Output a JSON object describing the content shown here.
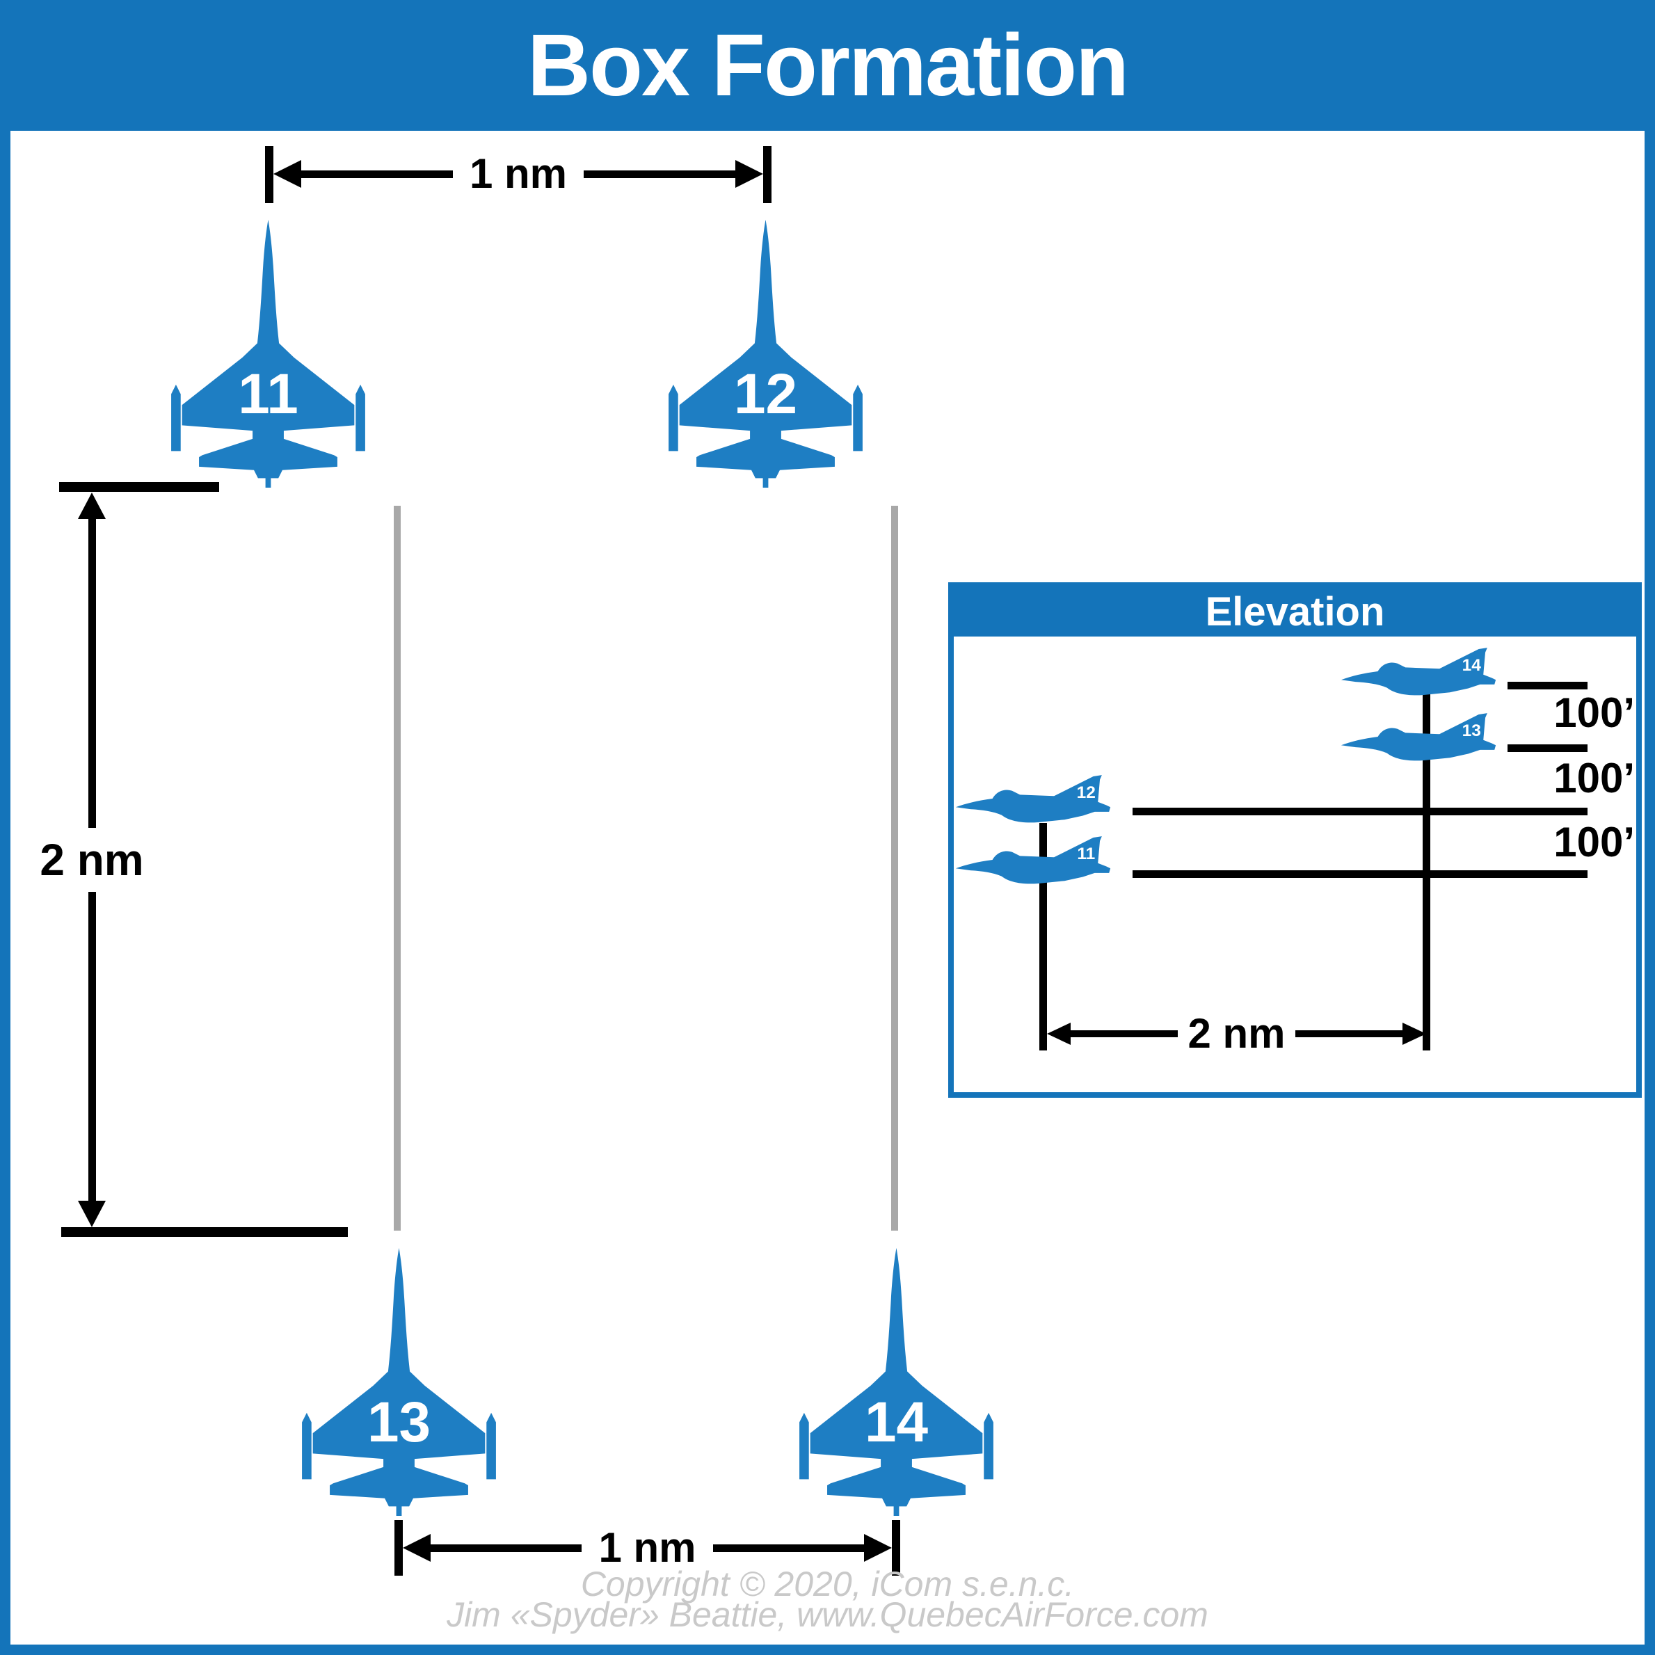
{
  "title": "Box Formation",
  "colors": {
    "accent": "#1474BA",
    "aircraft": "#1E7EC3",
    "dimension": "#000000",
    "track_gray": "#A8A8A8",
    "footer_gray": "#C9C9C9",
    "on_blue": "#FFFFFF"
  },
  "plan_view": {
    "aircraft": [
      {
        "id": "11",
        "label": "11"
      },
      {
        "id": "12",
        "label": "12"
      },
      {
        "id": "13",
        "label": "13"
      },
      {
        "id": "14",
        "label": "14"
      }
    ],
    "dimensions": {
      "top": {
        "label": "1 nm"
      },
      "left": {
        "label": "2 nm"
      },
      "bottom": {
        "label": "1 nm"
      }
    }
  },
  "elevation": {
    "title": "Elevation",
    "aircraft": [
      {
        "id": "14",
        "label": "14"
      },
      {
        "id": "13",
        "label": "13"
      },
      {
        "id": "12",
        "label": "12"
      },
      {
        "id": "11",
        "label": "11"
      }
    ],
    "altitude_labels": [
      "100’",
      "100’",
      "100’"
    ],
    "dimension": {
      "label": "2 nm"
    }
  },
  "footer": {
    "copyright": "Copyright © 2020, iCom s.e.n.c.",
    "credit": "Jim «Spyder» Beattie, www.QuebecAirForce.com"
  }
}
